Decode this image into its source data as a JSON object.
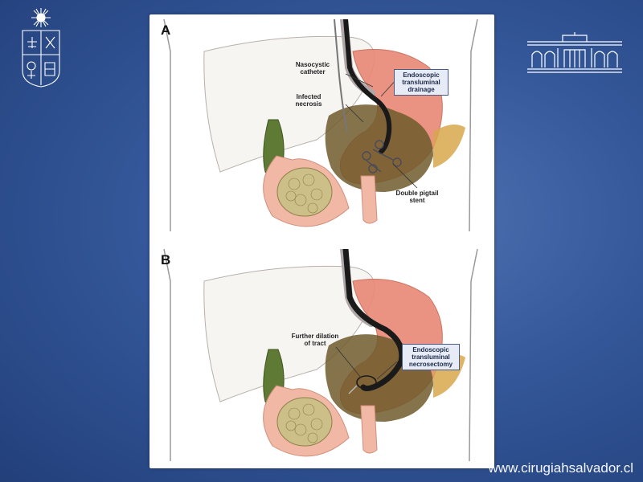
{
  "panels": [
    {
      "letter": "A",
      "labels": {
        "nasocystic_catheter": "Nasocystic catheter",
        "infected_necrosis": "Infected necrosis",
        "double_pigtail_stent": "Double pigtail stent"
      },
      "box_label": "Endoscopic transluminal drainage"
    },
    {
      "letter": "B",
      "labels": {
        "further_dilation": "Further dilation of tract"
      },
      "box_label": "Endoscopic transluminal necrosectomy"
    }
  ],
  "footer": {
    "website": "www.cirugiahsalvador.cl"
  },
  "colors": {
    "background": "#34589a",
    "stomach": "#e98a78",
    "gallbladder": "#5e7a34",
    "necrosis": "#6f5a2c",
    "duodenum": "#f2b8a6",
    "endoscope": "#1a1a1a"
  }
}
